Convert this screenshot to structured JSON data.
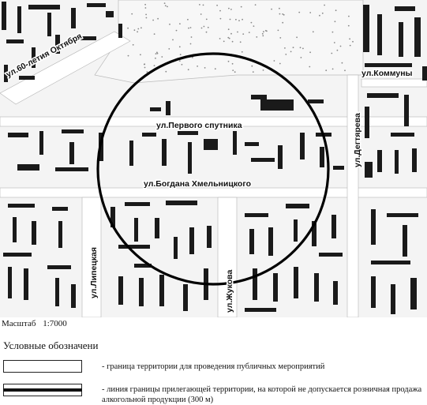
{
  "map": {
    "streets": [
      {
        "id": "street-60-letiya-oktyabrya",
        "label": "ул.60-летия Октября"
      },
      {
        "id": "street-kommuny",
        "label": "ул.Коммуны"
      },
      {
        "id": "street-pervogo-sputnika",
        "label": "ул.Первого спутника"
      },
      {
        "id": "street-degtyareva",
        "label": "ул.Дегтярева"
      },
      {
        "id": "street-bogdana-khmelnitskogo",
        "label": "ул.Богдана Хмельницкого"
      },
      {
        "id": "street-lipetskaya",
        "label": "ул.Липецкая"
      },
      {
        "id": "street-zhukova",
        "label": "ул.Жукова"
      }
    ],
    "colors": {
      "building": "#1a1a1a",
      "block_edge": "#9a9a9a",
      "road": "#ffffff",
      "circle": "#000000"
    }
  },
  "scale": {
    "label": "Масштаб",
    "value": "1:7000"
  },
  "legend": {
    "title": "Условные обозначени",
    "items": [
      {
        "symbol": "open-rectangle",
        "text": "- граница территории для проведения публичных мероприятий"
      },
      {
        "symbol": "rectangle-with-thick-line",
        "text": "- линия границы прилегающей территории, на которой не допускается розничная продажа алкогольной продукции (300 м)"
      }
    ]
  }
}
